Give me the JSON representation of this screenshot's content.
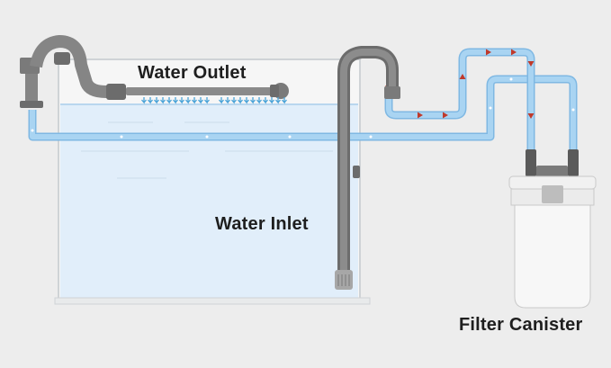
{
  "labels": {
    "water_outlet": "Water Outlet",
    "water_inlet": "Water Inlet",
    "filter_canister": "Filter Canister"
  },
  "colors": {
    "background": "#ededed",
    "water": "#e1eefa",
    "tank_edge": "#cfd3d6",
    "hose": "#a9d4f2",
    "hose_edge": "#7fb8e3",
    "pipe": "#858585",
    "pipe_dark": "#5f5f5f",
    "flow_arrow": "#c0392b",
    "spray": "#4aa3d8",
    "canister_body": "#f7f7f7",
    "canister_edge": "#c9c9c9"
  },
  "icons": {
    "flow": "red-flow-arrow-icon",
    "spray": "water-droplet-icon"
  }
}
